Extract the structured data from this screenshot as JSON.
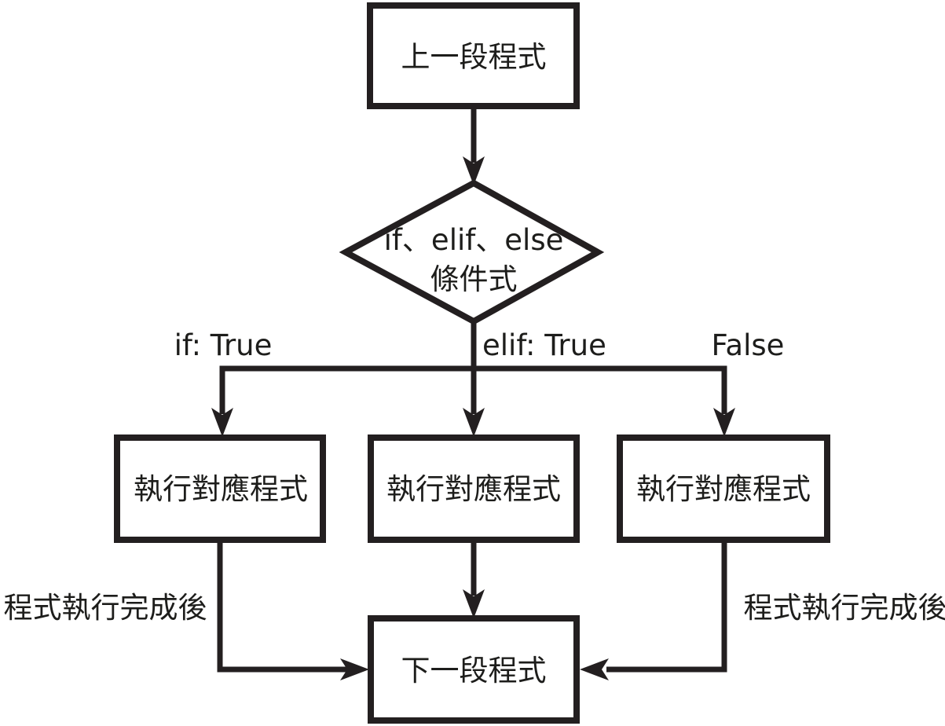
{
  "colors": {
    "background": "#ffffff",
    "stroke": "#231f20",
    "text": "#1d1d1b"
  },
  "nodes": {
    "previous_code": "上一段程式",
    "condition_line1": "if、elif、else",
    "condition_line2": "條件式",
    "exec_left": "執行對應程式",
    "exec_middle": "執行對應程式",
    "exec_right": "執行對應程式",
    "next_code": "下一段程式"
  },
  "edge_labels": {
    "if_true": "if: True",
    "elif_true": "elif: True",
    "false_branch": "False",
    "after_exec_left": "程式執行完成後",
    "after_exec_right": "程式執行完成後"
  }
}
